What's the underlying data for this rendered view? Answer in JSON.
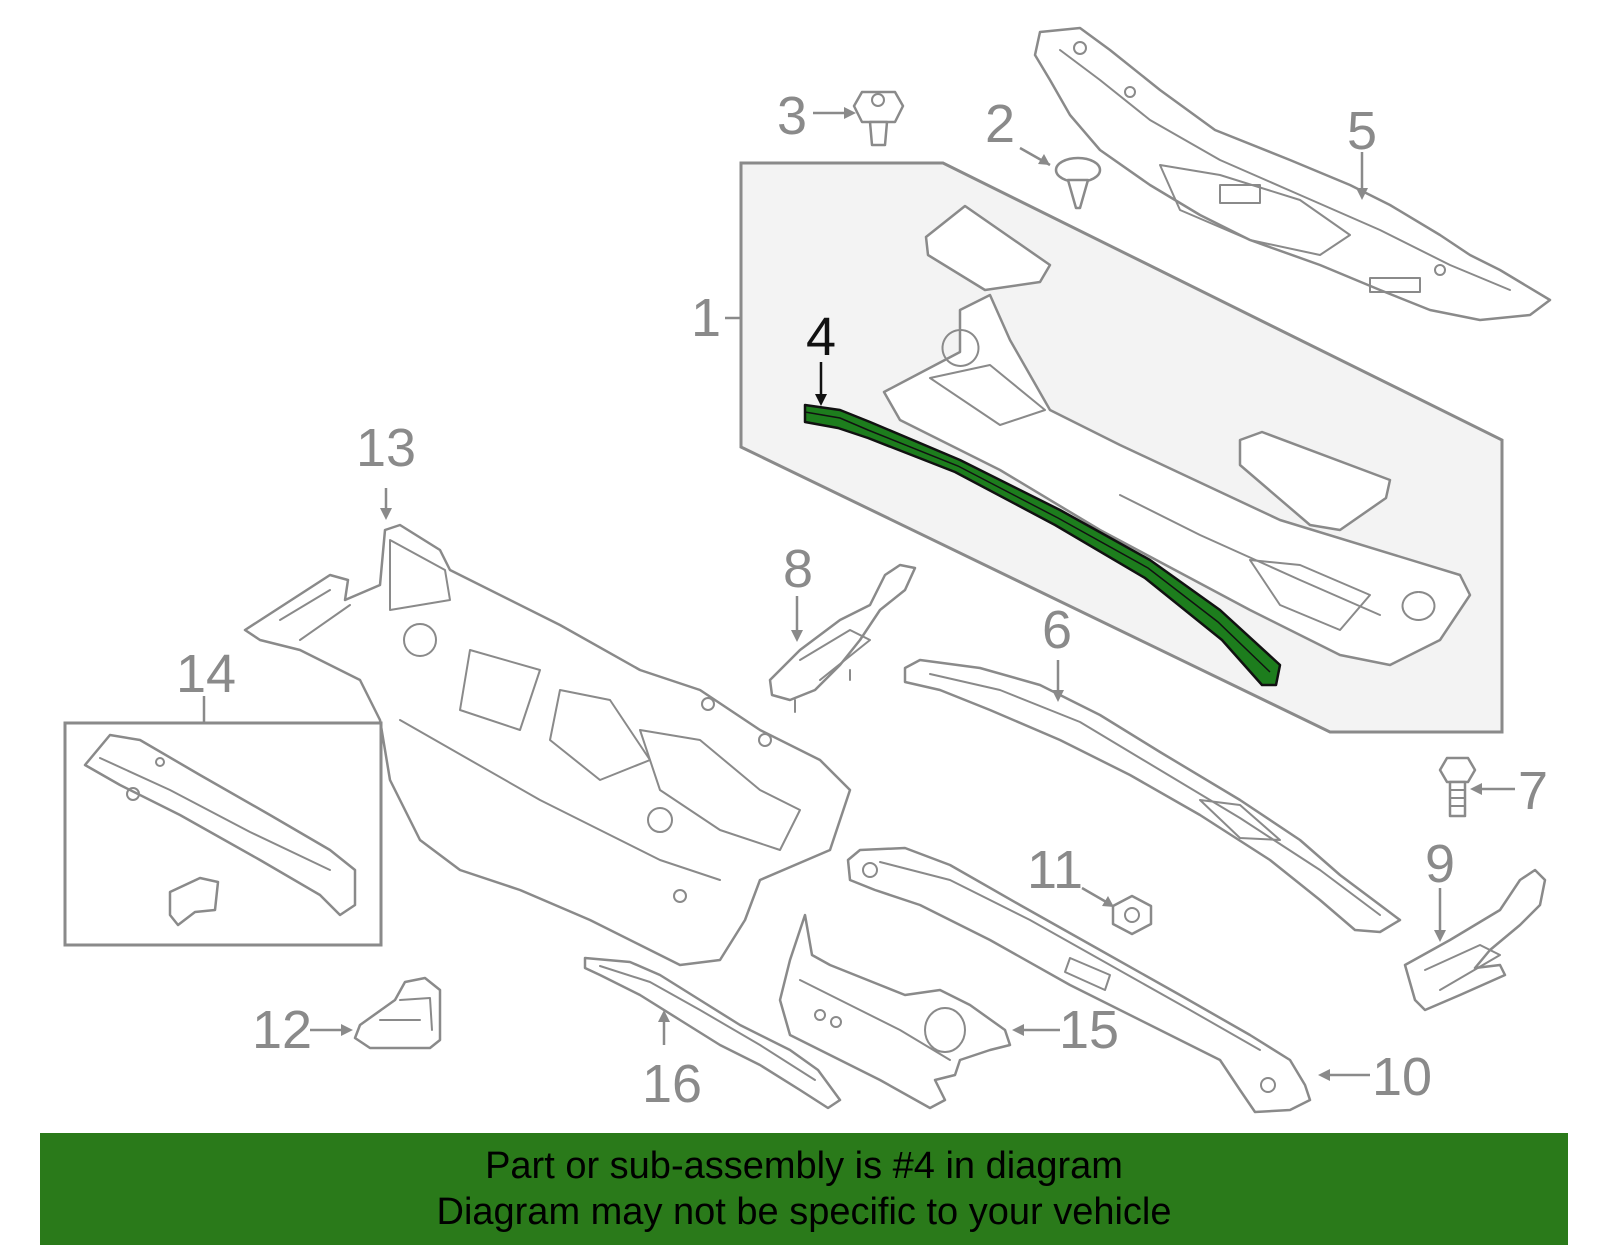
{
  "callouts": {
    "c1": "1",
    "c2": "2",
    "c3": "3",
    "c4": "4",
    "c5": "5",
    "c6": "6",
    "c7": "7",
    "c8": "8",
    "c9": "9",
    "c10": "10",
    "c11": "11",
    "c12": "12",
    "c13": "13",
    "c14": "14",
    "c15": "15",
    "c16": "16"
  },
  "highlighted_part": "4",
  "colors": {
    "highlight": "#1d7d1d",
    "banner": "#2a7a1a",
    "line": "#8a8a8a"
  },
  "banner": {
    "line1": "Part or sub-assembly is #4 in diagram",
    "line2": "Diagram may not be specific to your vehicle"
  }
}
